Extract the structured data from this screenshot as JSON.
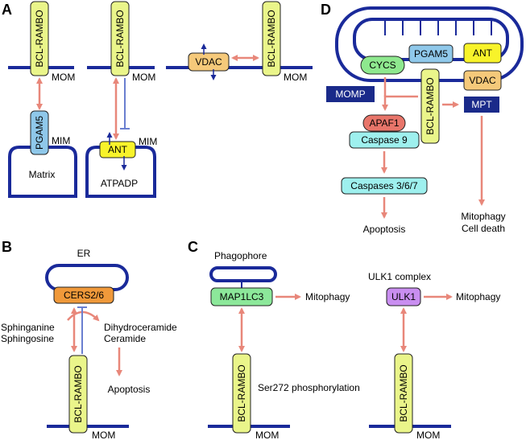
{
  "panels": {
    "a": "A",
    "b": "B",
    "c": "C",
    "d": "D"
  },
  "panel_a": {
    "bcl_rambo_1": "BCL-RAMBO",
    "bcl_rambo_2": "BCL-RAMBO",
    "bcl_rambo_3": "BCL-RAMBO",
    "mom_1": "MOM",
    "mom_2": "MOM",
    "mom_3": "MOM",
    "pgam5": "PGAM5",
    "mim_1": "MIM",
    "mim_2": "MIM",
    "matrix": "Matrix",
    "ant": "ANT",
    "atpadp": "ATPADP",
    "vdac": "VDAC"
  },
  "panel_b": {
    "er": "ER",
    "cers": "CERS2/6",
    "sphinganine": "Sphinganine",
    "sphingosine": "Sphingosine",
    "dihydroceramide": "Dihydroceramide",
    "ceramide": "Ceramide",
    "apoptosis": "Apoptosis",
    "bcl_rambo": "BCL-RAMBO",
    "mom": "MOM"
  },
  "panel_c": {
    "phagophore": "Phagophore",
    "map1lc3": "MAP1LC3",
    "mitophagy_1": "Mitophagy",
    "bcl_rambo_1": "BCL-RAMBO",
    "ser272": "Ser272 phosphorylation",
    "mom_1": "MOM",
    "ulk1_complex": "ULK1 complex",
    "ulk1": "ULK1",
    "mitophagy_2": "Mitophagy",
    "bcl_rambo_2": "BCL-RAMBO",
    "mom_2": "MOM"
  },
  "panel_d": {
    "cycs": "CYCS",
    "pgam5": "PGAM5",
    "ant": "ANT",
    "vdac": "VDAC",
    "bcl_rambo": "BCL-RAMBO",
    "momp": "MOMP",
    "mpt": "MPT",
    "apaf1": "APAF1",
    "caspase9": "Caspase 9",
    "caspases": "Caspases 3/6/7",
    "apoptosis": "Apoptosis",
    "mitophagy": "Mitophagy",
    "cell_death": "Cell death"
  },
  "colors": {
    "membrane": "#1a2a9a",
    "arrow": "#e8877a",
    "inhibit": "#6a7fd0",
    "bcl_rambo": "#eaf58a",
    "pgam5": "#8fc8ea",
    "ant": "#f8f32a",
    "vdac": "#f5c97a",
    "cers": "#f0993a",
    "map1lc3": "#8ce89a",
    "ulk1": "#c98ef0",
    "cycs": "#8ee88e",
    "apaf1": "#e8756a",
    "caspase": "#9ef0ee",
    "dark_box": "#1a2a8a"
  }
}
